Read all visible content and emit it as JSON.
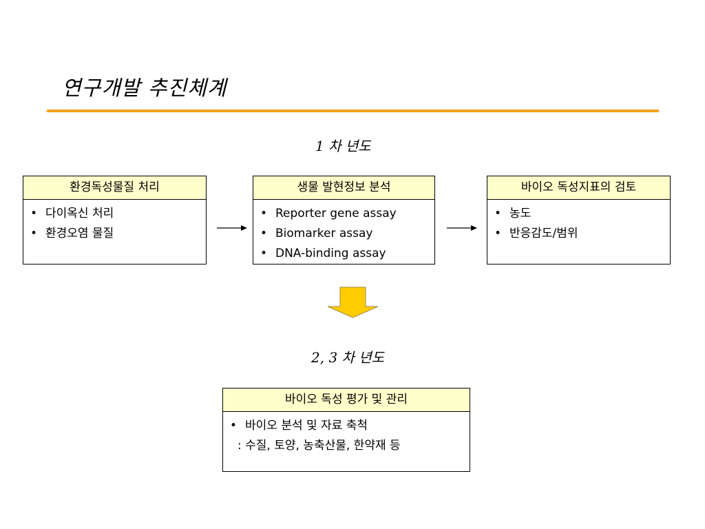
{
  "title": "연구개발 추진체계",
  "colors": {
    "rule": "#f5a218",
    "header_fill": "#ffffcc",
    "down_arrow": "#ffcc00"
  },
  "phase1": {
    "label": "1 차 년도",
    "boxes": [
      {
        "header": "환경독성물질 처리",
        "items": [
          "다이옥신 처리",
          "환경오염 물질"
        ]
      },
      {
        "header": "생물 발현정보 분석",
        "items": [
          "Reporter gene assay",
          "Biomarker assay",
          "DNA-binding assay"
        ]
      },
      {
        "header": "바이오 독성지표의 검토",
        "items": [
          "농도",
          "반응감도/범위"
        ]
      }
    ]
  },
  "phase2": {
    "label": "2, 3 차 년도",
    "box": {
      "header": "바이오 독성 평가 및 관리",
      "items": [
        "바이오 분석 및 자료 축척"
      ],
      "note": ": 수질, 토양, 농축산물, 한약재 등"
    }
  },
  "bullet": "•"
}
